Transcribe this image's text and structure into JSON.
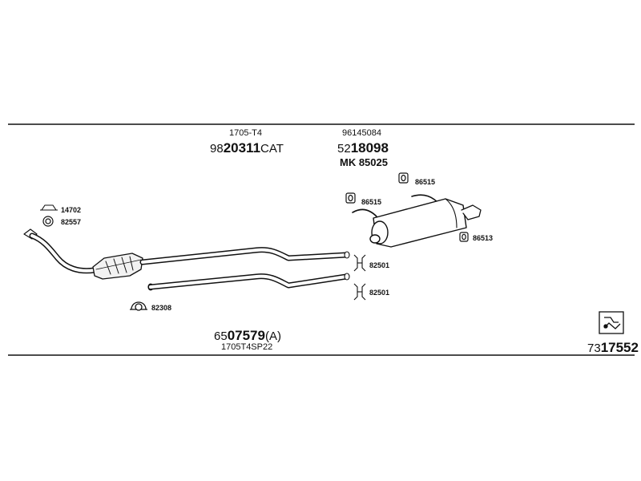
{
  "header": {
    "cat_code": "1705-T4",
    "cat_part": {
      "prefix": "98",
      "main": "20311",
      "suffix": "CAT"
    },
    "silencer_code": "96145084",
    "silencer_part": {
      "prefix": "52",
      "main": "18098"
    },
    "silencer_mk": "MK 85025"
  },
  "parts": {
    "clamp_14702": "14702",
    "clamp_82557": "82557",
    "clamp_82308": "82308",
    "rubber_86515_upper": "86515",
    "rubber_86515_left": "86515",
    "rubber_86513": "86513",
    "connector_82501_upper": "82501",
    "connector_82501_lower": "82501"
  },
  "footer": {
    "set_part": {
      "prefix": "65",
      "main": "07579",
      "suffix": "(A)"
    },
    "set_code": "1705T4SP22",
    "kit_part": {
      "prefix": "73",
      "main": "17552"
    }
  },
  "colors": {
    "line": "#111111",
    "background": "#ffffff"
  }
}
